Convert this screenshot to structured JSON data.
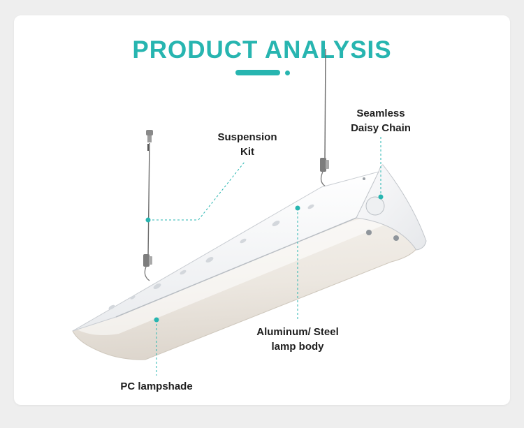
{
  "title": "PRODUCT ANALYSIS",
  "accent_color": "#27b5b0",
  "callouts": {
    "suspension": {
      "line1": "Suspension",
      "line2": "Kit"
    },
    "daisy": {
      "line1": "Seamless",
      "line2": "Daisy Chain"
    },
    "body": {
      "line1": "Aluminum/ Steel",
      "line2": "lamp body"
    },
    "shade": {
      "line1": "PC lampshade"
    }
  }
}
